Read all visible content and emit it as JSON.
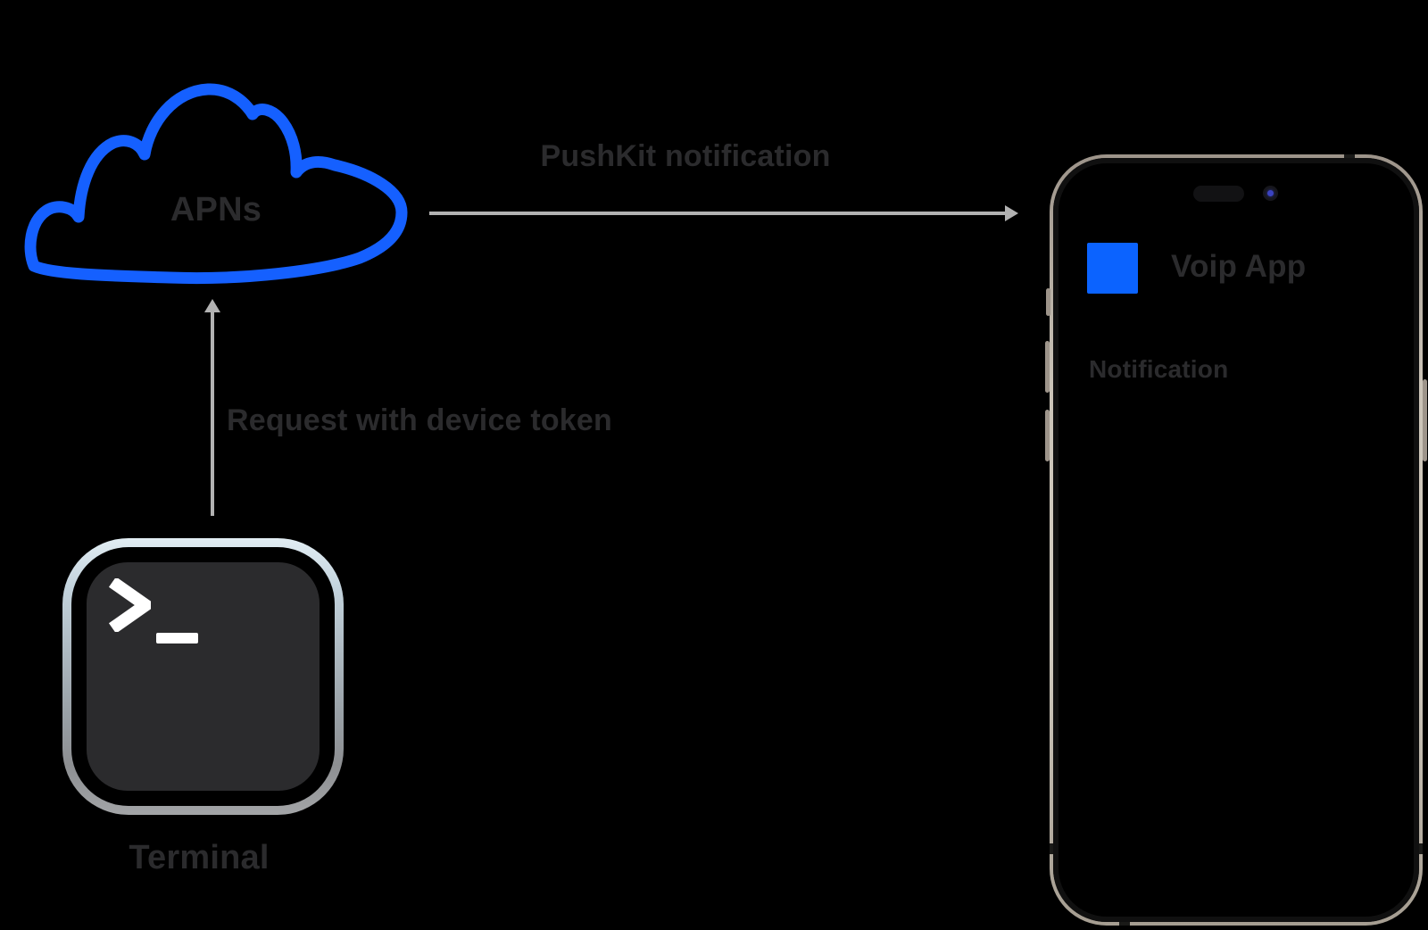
{
  "cloud": {
    "label": "APNs"
  },
  "flows": {
    "pushkit": {
      "label": "PushKit notification",
      "from": "APNs",
      "to": "Voip App"
    },
    "request": {
      "label": "Request with device token",
      "from": "Terminal",
      "to": "APNs"
    }
  },
  "terminal": {
    "label": "Terminal",
    "prompt": ">",
    "cursor": "_"
  },
  "phone": {
    "app_name": "Voip App",
    "notification_label": "Notification"
  },
  "colors": {
    "bg": "#000000",
    "cloud-blue": "#1560ff",
    "app-blue": "#0b63ff",
    "text-dark": "#2b2b2d",
    "arrow-gray": "#b2b2b2",
    "glyph-white": "#ffffff",
    "panel-dark": "#2b2b2d"
  }
}
